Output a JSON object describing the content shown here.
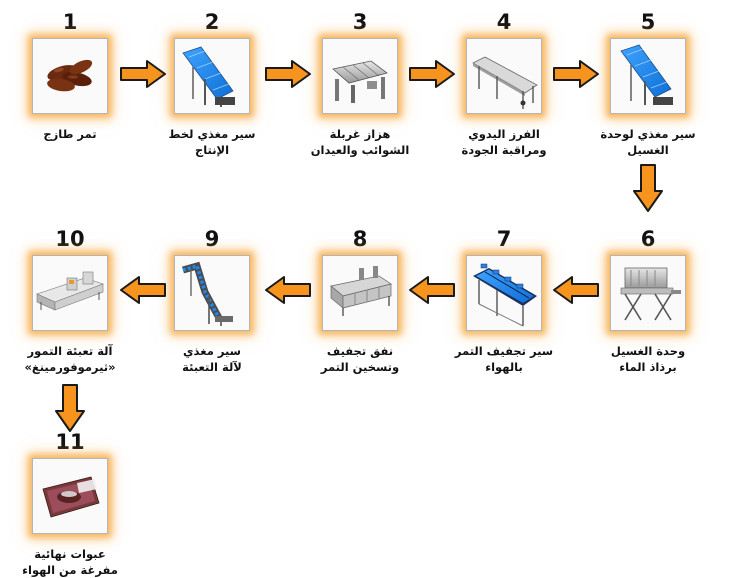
{
  "steps": [
    {
      "number": "1",
      "label": [
        "تمر طازج"
      ],
      "icon": "fresh-dates-icon"
    },
    {
      "number": "2",
      "label": [
        "سير مغذي لخط",
        "الإنتاج"
      ],
      "icon": "feeding-conveyor-icon"
    },
    {
      "number": "3",
      "label": [
        "هزاز غربلة",
        "الشوائب والعيدان"
      ],
      "icon": "vibrating-sieve-icon"
    },
    {
      "number": "4",
      "label": [
        "الفرز اليدوي",
        "ومراقبة الجودة"
      ],
      "icon": "sorting-table-icon"
    },
    {
      "number": "5",
      "label": [
        "سير مغذي لوحدة",
        "الغسيل"
      ],
      "icon": "incline-conveyor-icon"
    },
    {
      "number": "6",
      "label": [
        "وحدة الغسيل",
        "برذاذ الماء"
      ],
      "icon": "washing-unit-icon"
    },
    {
      "number": "7",
      "label": [
        "سير تجفيف التمر",
        "بالهواء"
      ],
      "icon": "air-drying-conveyor-icon"
    },
    {
      "number": "8",
      "label": [
        "نفق تجفيف",
        "وتسخين التمر"
      ],
      "icon": "drying-tunnel-icon"
    },
    {
      "number": "9",
      "label": [
        "سير مغذي",
        "لآلة التعبئة"
      ],
      "icon": "bucket-elevator-icon"
    },
    {
      "number": "10",
      "label": [
        "آلة تعبئة التمور",
        "«ثيرموفورمينغ»"
      ],
      "icon": "thermoforming-machine-icon"
    },
    {
      "number": "11",
      "label": [
        "عبوات نهائية",
        "مفرغة من الهواء"
      ],
      "icon": "vacuum-package-icon"
    }
  ],
  "colors": {
    "arrow_fill": "#f7941d",
    "arrow_stroke": "#1a1a1a",
    "glow": "#f8b760"
  }
}
